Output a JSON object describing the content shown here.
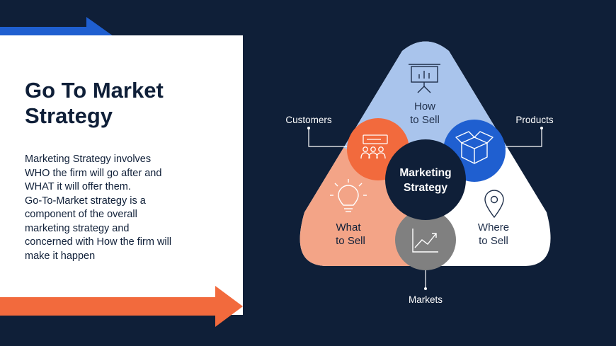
{
  "slide": {
    "title": "Go To Market\nStrategy",
    "body": "Marketing Strategy involves\nWHO the firm will go after and\nWHAT it will offer them.\nGo-To-Market strategy is a\ncomponent of the overall\nmarketing strategy and\nconcerned with How the firm will\nmake it happen"
  },
  "diagram": {
    "center": {
      "line1": "Marketing",
      "line2": "Strategy"
    },
    "sections": {
      "top": {
        "line1": "How",
        "line2": "to Sell",
        "icon": "presentation-chart-icon"
      },
      "left": {
        "line1": "What",
        "line2": "to Sell",
        "icon": "lightbulb-icon"
      },
      "right": {
        "line1": "Where",
        "line2": "to Sell",
        "icon": "location-pin-icon"
      }
    },
    "nodes": {
      "customers": {
        "label": "Customers",
        "icon": "people-meeting-icon"
      },
      "products": {
        "label": "Products",
        "icon": "box-icon"
      },
      "markets": {
        "label": "Markets",
        "icon": "trend-chart-icon"
      }
    }
  },
  "colors": {
    "background": "#0f1f38",
    "panel": "#ffffff",
    "blue_arrow": "#1f5fd0",
    "orange_arrow": "#f26a3d",
    "top_section": "#a9c4ec",
    "left_section": "#f3a487",
    "right_section": "#ffffff",
    "customers_circle": "#f26a3d",
    "products_circle": "#1f5fd0",
    "markets_circle": "#808080",
    "center_circle": "#0f1f38"
  }
}
